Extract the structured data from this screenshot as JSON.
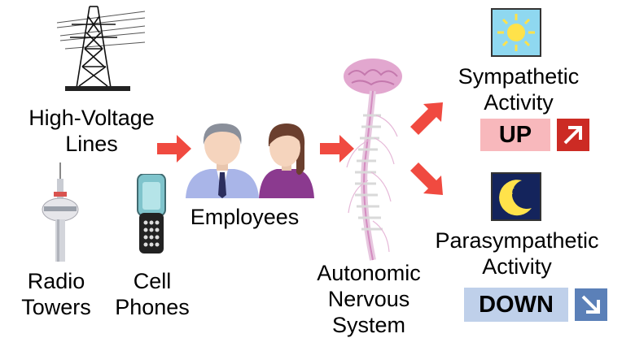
{
  "sources": {
    "power_lines": {
      "line1": "High-Voltage",
      "line2": "Lines",
      "icon": "power-tower-icon"
    },
    "radio_towers": {
      "line1": "Radio",
      "line2": "Towers",
      "icon": "radio-tower-icon"
    },
    "cell_phones": {
      "line1": "Cell",
      "line2": "Phones",
      "icon": "cell-phone-icon"
    }
  },
  "employees": {
    "label": "Employees",
    "icons": [
      "male-employee-icon",
      "female-employee-icon"
    ]
  },
  "nervous_system": {
    "line1": "Autonomic",
    "line2": "Nervous",
    "line3": "System",
    "icon": "brain-spine-icon"
  },
  "sympathetic": {
    "line1": "Sympathetic",
    "line2": "Activity",
    "status": "UP",
    "icon": "sun-icon",
    "arrow": "arrow-up-right-icon"
  },
  "parasympathetic": {
    "line1": "Parasympathetic",
    "line2": "Activity",
    "status": "DOWN",
    "icon": "moon-icon",
    "arrow": "arrow-down-right-icon"
  },
  "colors": {
    "flow_arrow": "#f04a40",
    "up_badge": "#f8b8bc",
    "up_arrow": "#cc2b24",
    "down_badge": "#bfd0ea",
    "down_arrow": "#5b80b8",
    "sun_bg": "#8fd8f0",
    "moon_bg": "#14245c"
  }
}
